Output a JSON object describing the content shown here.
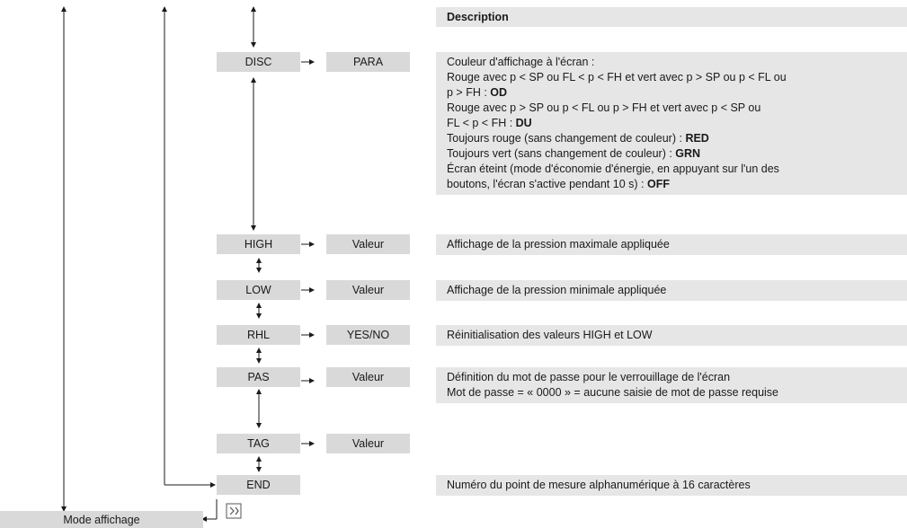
{
  "header": {
    "title": "Description"
  },
  "menu": [
    {
      "code": "DISC",
      "value": "PARA",
      "description": [
        [
          {
            "t": "Couleur d'affichage à l'écran :"
          }
        ],
        [
          {
            "t": "Rouge avec p < SP ou FL < p < FH et vert avec p > SP ou p < FL ou"
          }
        ],
        [
          {
            "t": "p > FH : "
          },
          {
            "t": "OD",
            "b": true
          }
        ],
        [
          {
            "t": "Rouge avec p > SP ou p < FL ou p > FH et vert avec p < SP ou"
          }
        ],
        [
          {
            "t": "FL < p < FH : "
          },
          {
            "t": "DU",
            "b": true
          }
        ],
        [
          {
            "t": "Toujours rouge (sans changement de couleur) : "
          },
          {
            "t": "RED",
            "b": true
          }
        ],
        [
          {
            "t": "Toujours vert (sans changement de couleur) : "
          },
          {
            "t": "GRN",
            "b": true
          }
        ],
        [
          {
            "t": "Écran éteint (mode d'économie d'énergie, en appuyant sur l'un des"
          }
        ],
        [
          {
            "t": "boutons, l'écran s'active pendant 10 s) : "
          },
          {
            "t": "OFF",
            "b": true
          }
        ]
      ]
    },
    {
      "code": "HIGH",
      "value": "Valeur",
      "description": [
        [
          {
            "t": "Affichage de la pression maximale appliquée"
          }
        ]
      ]
    },
    {
      "code": "LOW",
      "value": "Valeur",
      "description": [
        [
          {
            "t": "Affichage de la pression minimale appliquée"
          }
        ]
      ]
    },
    {
      "code": "RHL",
      "value": "YES/NO",
      "description": [
        [
          {
            "t": "Réinitialisation des valeurs HIGH et LOW"
          }
        ]
      ]
    },
    {
      "code": "PAS",
      "value": "Valeur",
      "description": [
        [
          {
            "t": "Définition du mot de passe pour le verrouillage de l'écran"
          }
        ],
        [
          {
            "t": "Mot de passe = « 0000 » = aucune saisie de mot de passe requise"
          }
        ]
      ]
    },
    {
      "code": "TAG",
      "value": "Valeur",
      "description": []
    },
    {
      "code": "END",
      "value": "",
      "description": [
        [
          {
            "t": "Numéro du point de mesure alphanumérique à 16 caractères"
          }
        ]
      ]
    }
  ],
  "footer": {
    "mode_label": "Mode affichage",
    "enter_icon": "enter-icon"
  },
  "colors": {
    "box": "#d9d9d9",
    "desc": "#e6e6e6",
    "line": "#1a1a1a"
  }
}
